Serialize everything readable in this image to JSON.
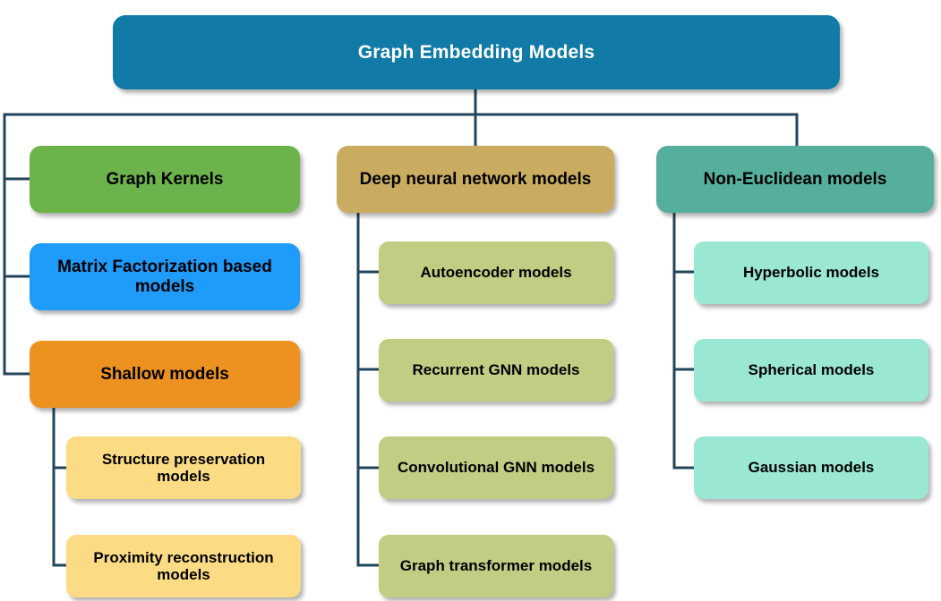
{
  "diagram": {
    "title": "Graph Embedding Models",
    "line_color": "#23455C",
    "line_width": 3
  },
  "root": {
    "label": "Graph Embedding Models",
    "color": "#117AA7",
    "text_color": "#FFFFFF"
  },
  "columns": [
    {
      "name": "left",
      "header_style": "none",
      "nodes": [
        {
          "label": "Graph Kernels",
          "color": "#6CB34C",
          "level": 1,
          "children": []
        },
        {
          "label": "Matrix Factorization based models",
          "color": "#1E9BFB",
          "level": 1,
          "children": []
        },
        {
          "label": "Shallow models",
          "color": "#ED9220",
          "level": 1,
          "children": [
            {
              "label": "Structure preservation models",
              "color": "#FBDC84",
              "level": 3
            },
            {
              "label": "Proximity reconstruction models",
              "color": "#FBDC84",
              "level": 3
            }
          ]
        }
      ]
    },
    {
      "name": "middle",
      "nodes": [
        {
          "label": "Deep neural network models",
          "color": "#C9AC5F",
          "level": 1,
          "children": [
            {
              "label": "Autoencoder models",
              "color": "#C2CC83",
              "level": 2
            },
            {
              "label": "Recurrent GNN models",
              "color": "#C2CC83",
              "level": 2
            },
            {
              "label": "Convolutional GNN models",
              "color": "#C2CC83",
              "level": 2
            },
            {
              "label": "Graph transformer models",
              "color": "#C2CC83",
              "level": 2
            }
          ]
        }
      ]
    },
    {
      "name": "right",
      "nodes": [
        {
          "label": "Non-Euclidean models",
          "color": "#56AF9C",
          "level": 1,
          "children": [
            {
              "label": "Hyperbolic models",
              "color": "#9AE8D4",
              "level": 2
            },
            {
              "label": "Spherical models",
              "color": "#9AE8D4",
              "level": 2
            },
            {
              "label": "Gaussian models",
              "color": "#9AE8D4",
              "level": 2
            }
          ]
        }
      ]
    }
  ],
  "nodes_flat": {
    "root": "Graph Embedding Models",
    "graph_kernels": "Graph Kernels",
    "matrix_factorization": "Matrix Factorization based models",
    "shallow_models": "Shallow models",
    "structure_preservation": "Structure preservation models",
    "proximity_reconstruction": "Proximity reconstruction models",
    "deep_neural_network": "Deep neural network models",
    "autoencoder": "Autoencoder models",
    "recurrent_gnn": "Recurrent GNN models",
    "convolutional_gnn": "Convolutional GNN models",
    "graph_transformer": "Graph transformer models",
    "non_euclidean": "Non-Euclidean models",
    "hyperbolic": "Hyperbolic models",
    "spherical": "Spherical models",
    "gaussian": "Gaussian models"
  }
}
